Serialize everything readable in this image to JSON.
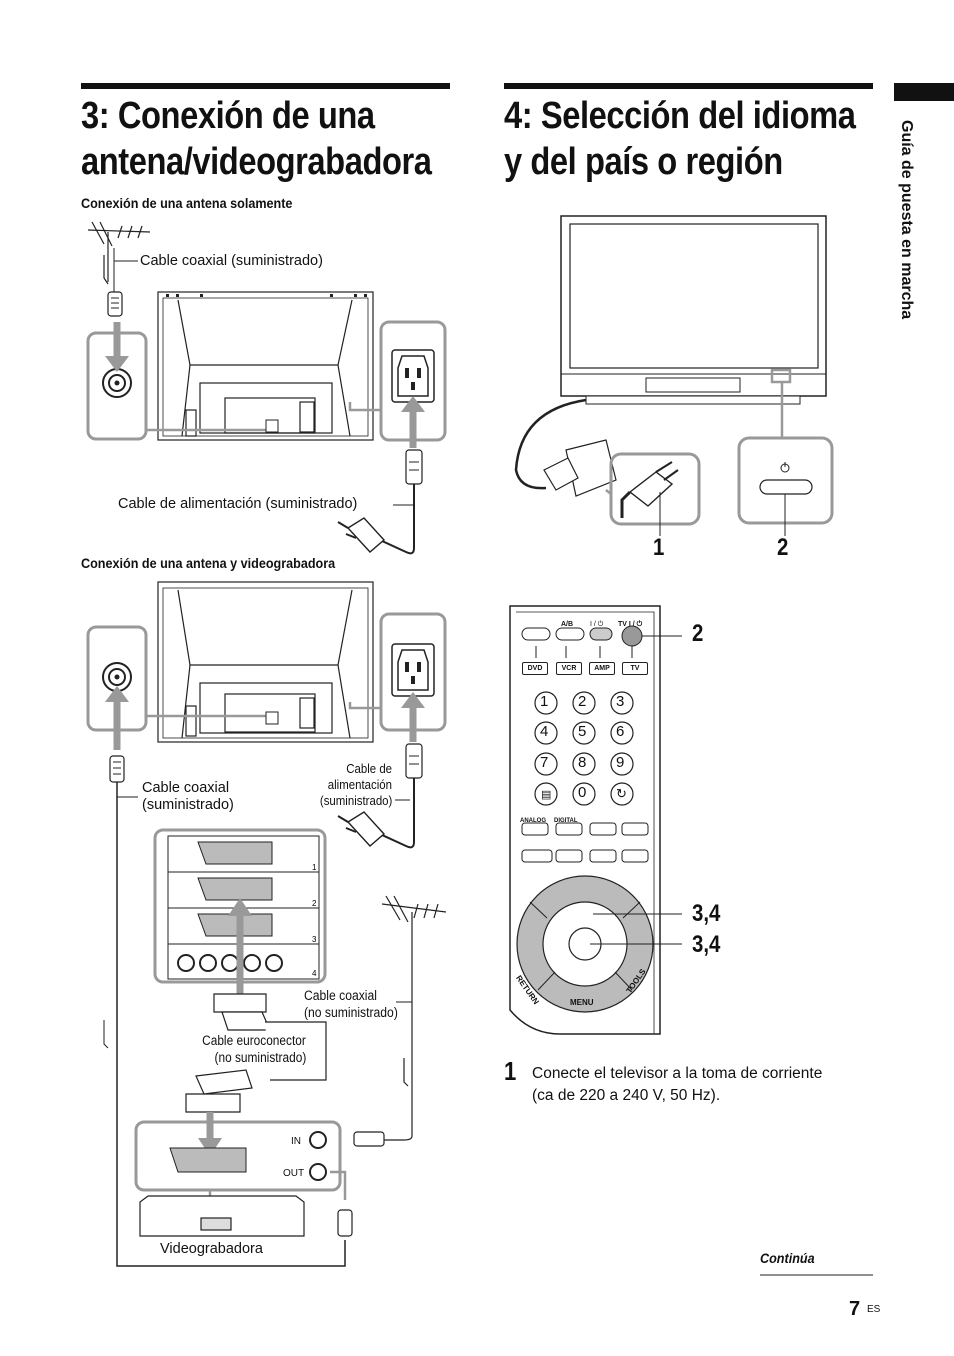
{
  "section3": {
    "title_line1": "3: Conexión de una",
    "title_line2": "antena/videograbadora",
    "sub1": "Conexión de una antena solamente",
    "sub2": "Conexión de una antena y videograbadora",
    "labels": {
      "coax_supplied": "Cable coaxial (suministrado)",
      "power_cable": "Cable de alimentación (suministrado)",
      "coax_line1": "Cable coaxial",
      "coax_line2": "(suministrado)",
      "power_line1": "Cable de",
      "power_line2": "alimentación",
      "power_line3": "(suministrado)",
      "coax_ns_line1": "Cable coaxial",
      "coax_ns_line2": "(no suministrado)",
      "euro_line1": "Cable euroconector",
      "euro_line2": "(no suministrado)",
      "vcr": "Videograbadora",
      "in": "IN",
      "out": "OUT"
    }
  },
  "section4": {
    "title_line1": "4: Selección del idioma",
    "title_line2": "y del país o región",
    "callouts": [
      "1",
      "2",
      "2",
      "3,4",
      "3,4"
    ],
    "step1_number": "1",
    "step1_line1": "Conecte el televisor a la toma de corriente",
    "step1_line2": "(ca de 220 a 240 V, 50 Hz)."
  },
  "remote": {
    "top_labels": [
      "A/B",
      "I / ⏻",
      "TV I / ⏻"
    ],
    "source_buttons": [
      "DVD",
      "VCR",
      "AMP",
      "TV"
    ],
    "digits": [
      "1",
      "2",
      "3",
      "4",
      "5",
      "6",
      "7",
      "8",
      "9",
      "▤",
      "0",
      "↻"
    ],
    "mode_labels": [
      "ANALOG",
      "DIGITAL"
    ],
    "ring_labels": [
      "RETURN",
      "MENU",
      "TOOLS"
    ]
  },
  "side_tab": "Guía de puesta en marcha",
  "footer": {
    "continua": "Continúa",
    "page": "7",
    "lang": "ES"
  }
}
